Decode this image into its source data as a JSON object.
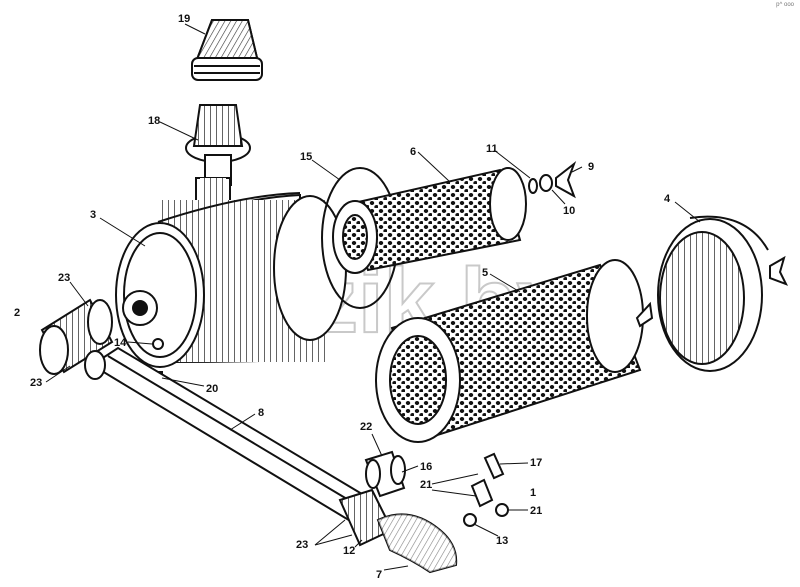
{
  "corner_code": "р^ ооо",
  "watermark": "razik.by",
  "callouts": [
    {
      "id": "c1",
      "text": "1"
    },
    {
      "id": "c2",
      "text": "2"
    },
    {
      "id": "c3",
      "text": "3"
    },
    {
      "id": "c4",
      "text": "4"
    },
    {
      "id": "c5",
      "text": "5"
    },
    {
      "id": "c6",
      "text": "6"
    },
    {
      "id": "c7",
      "text": "7"
    },
    {
      "id": "c8",
      "text": "8"
    },
    {
      "id": "c9",
      "text": "9"
    },
    {
      "id": "c10",
      "text": "10"
    },
    {
      "id": "c11",
      "text": "11"
    },
    {
      "id": "c12",
      "text": "12"
    },
    {
      "id": "c13",
      "text": "13"
    },
    {
      "id": "c14",
      "text": "14"
    },
    {
      "id": "c15",
      "text": "15"
    },
    {
      "id": "c16",
      "text": "16"
    },
    {
      "id": "c17",
      "text": "17"
    },
    {
      "id": "c18",
      "text": "18"
    },
    {
      "id": "c19",
      "text": "19"
    },
    {
      "id": "c20",
      "text": "20"
    },
    {
      "id": "c21a",
      "text": "21"
    },
    {
      "id": "c21b",
      "text": "21"
    },
    {
      "id": "c22",
      "text": "22"
    },
    {
      "id": "c23a",
      "text": "23"
    },
    {
      "id": "c23b",
      "text": "23"
    },
    {
      "id": "c23c",
      "text": "23"
    }
  ]
}
